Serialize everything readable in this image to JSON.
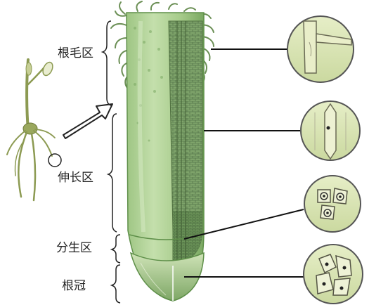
{
  "zones": [
    {
      "id": "root-hair",
      "label": "根毛区"
    },
    {
      "id": "elongation",
      "label": "伸长区"
    },
    {
      "id": "meristem",
      "label": "分生区"
    },
    {
      "id": "root-cap",
      "label": "根冠"
    }
  ],
  "colors": {
    "root_light": "#b9d7a0",
    "root_mid": "#8fbb72",
    "root_dark": "#5e8f49",
    "section": "#6f9a5a",
    "cell_line": "#4e6e3e",
    "circle_fill": "#dbe6b8",
    "circle_stroke": "#555555",
    "leader": "#111111",
    "seedling": "#8c9a52"
  },
  "icons": [
    "seedling-icon",
    "zoom-arrow-icon",
    "cell-detail-icon"
  ]
}
